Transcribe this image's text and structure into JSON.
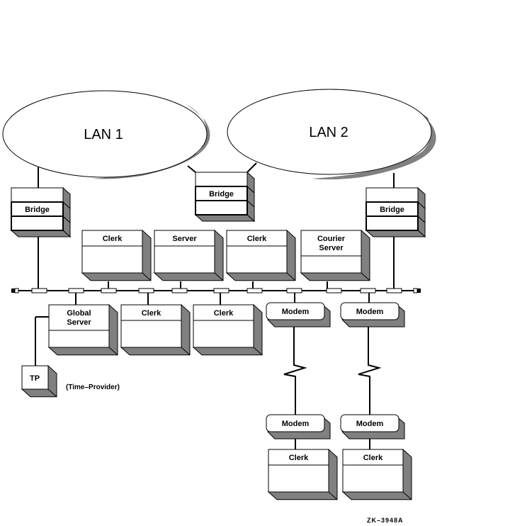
{
  "diagram": {
    "title": "Network topology with LANs, bridges, clerks, servers and modems",
    "colors": {
      "line": "#000000",
      "shadow": "#808080",
      "fill": "#ffffff"
    },
    "lans": [
      {
        "id": "lan1",
        "label": "LAN 1"
      },
      {
        "id": "lan2",
        "label": "LAN 2"
      }
    ],
    "bridges": [
      {
        "id": "bridge-left",
        "label": "Bridge"
      },
      {
        "id": "bridge-middle",
        "label": "Bridge"
      },
      {
        "id": "bridge-right",
        "label": "Bridge"
      }
    ],
    "top_nodes": [
      {
        "id": "clerk-top-1",
        "lines": [
          "Clerk"
        ]
      },
      {
        "id": "server-top",
        "lines": [
          "Server"
        ]
      },
      {
        "id": "clerk-top-2",
        "lines": [
          "Clerk"
        ]
      },
      {
        "id": "courier-server",
        "lines": [
          "Courier",
          "Server"
        ]
      }
    ],
    "bottom_nodes": [
      {
        "id": "global-server",
        "lines": [
          "Global",
          "Server"
        ]
      },
      {
        "id": "clerk-bottom-1",
        "lines": [
          "Clerk"
        ]
      },
      {
        "id": "clerk-bottom-2",
        "lines": [
          "Clerk"
        ]
      }
    ],
    "modems_upper": [
      {
        "id": "modem-upper-1",
        "label": "Modem"
      },
      {
        "id": "modem-upper-2",
        "label": "Modem"
      }
    ],
    "modems_lower": [
      {
        "id": "modem-lower-1",
        "label": "Modem"
      },
      {
        "id": "modem-lower-2",
        "label": "Modem"
      }
    ],
    "remote_clerks": [
      {
        "id": "remote-clerk-1",
        "label": "Clerk"
      },
      {
        "id": "remote-clerk-2",
        "label": "Clerk"
      }
    ],
    "time_provider": {
      "label": "TP",
      "caption": "(Time–Provider)"
    },
    "figure_id": "ZK–3948A"
  }
}
